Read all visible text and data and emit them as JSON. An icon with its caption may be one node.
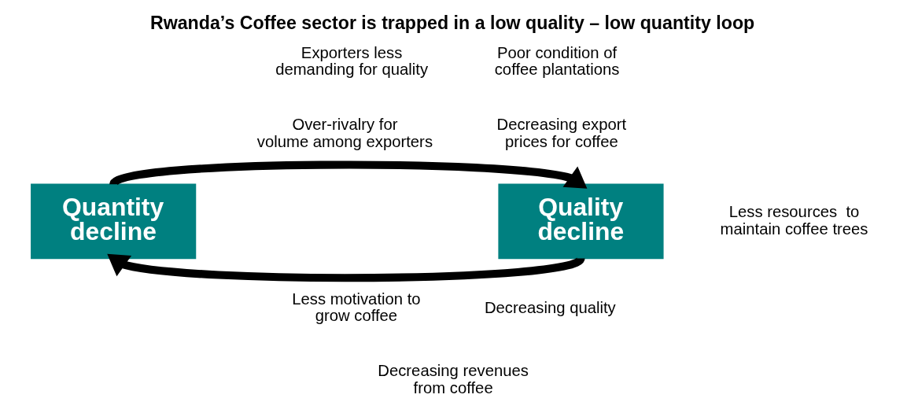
{
  "diagram": {
    "title": "Rwanda’s Coffee sector is trapped in a low quality – low quantity loop",
    "nodes": [
      {
        "text": [
          "Quantity decline"
        ]
      },
      {
        "text": [
          "Quality decline"
        ]
      }
    ],
    "edges": [
      {
        "from": 0,
        "to": 1,
        "arrow": "to"
      },
      {
        "from": 1,
        "to": 0,
        "arrow": "to"
      }
    ],
    "labels": [
      "Exporters less demanding for quality",
      "Poor condition of coffee plantations",
      "Over-rivalry for volume among exporters",
      "Decreasing export prices for coffee",
      "Less resources  to maintain coffee trees",
      "Less motivation to grow coffee",
      "Decreasing quality",
      "Decreasing revenues from coffee"
    ]
  }
}
